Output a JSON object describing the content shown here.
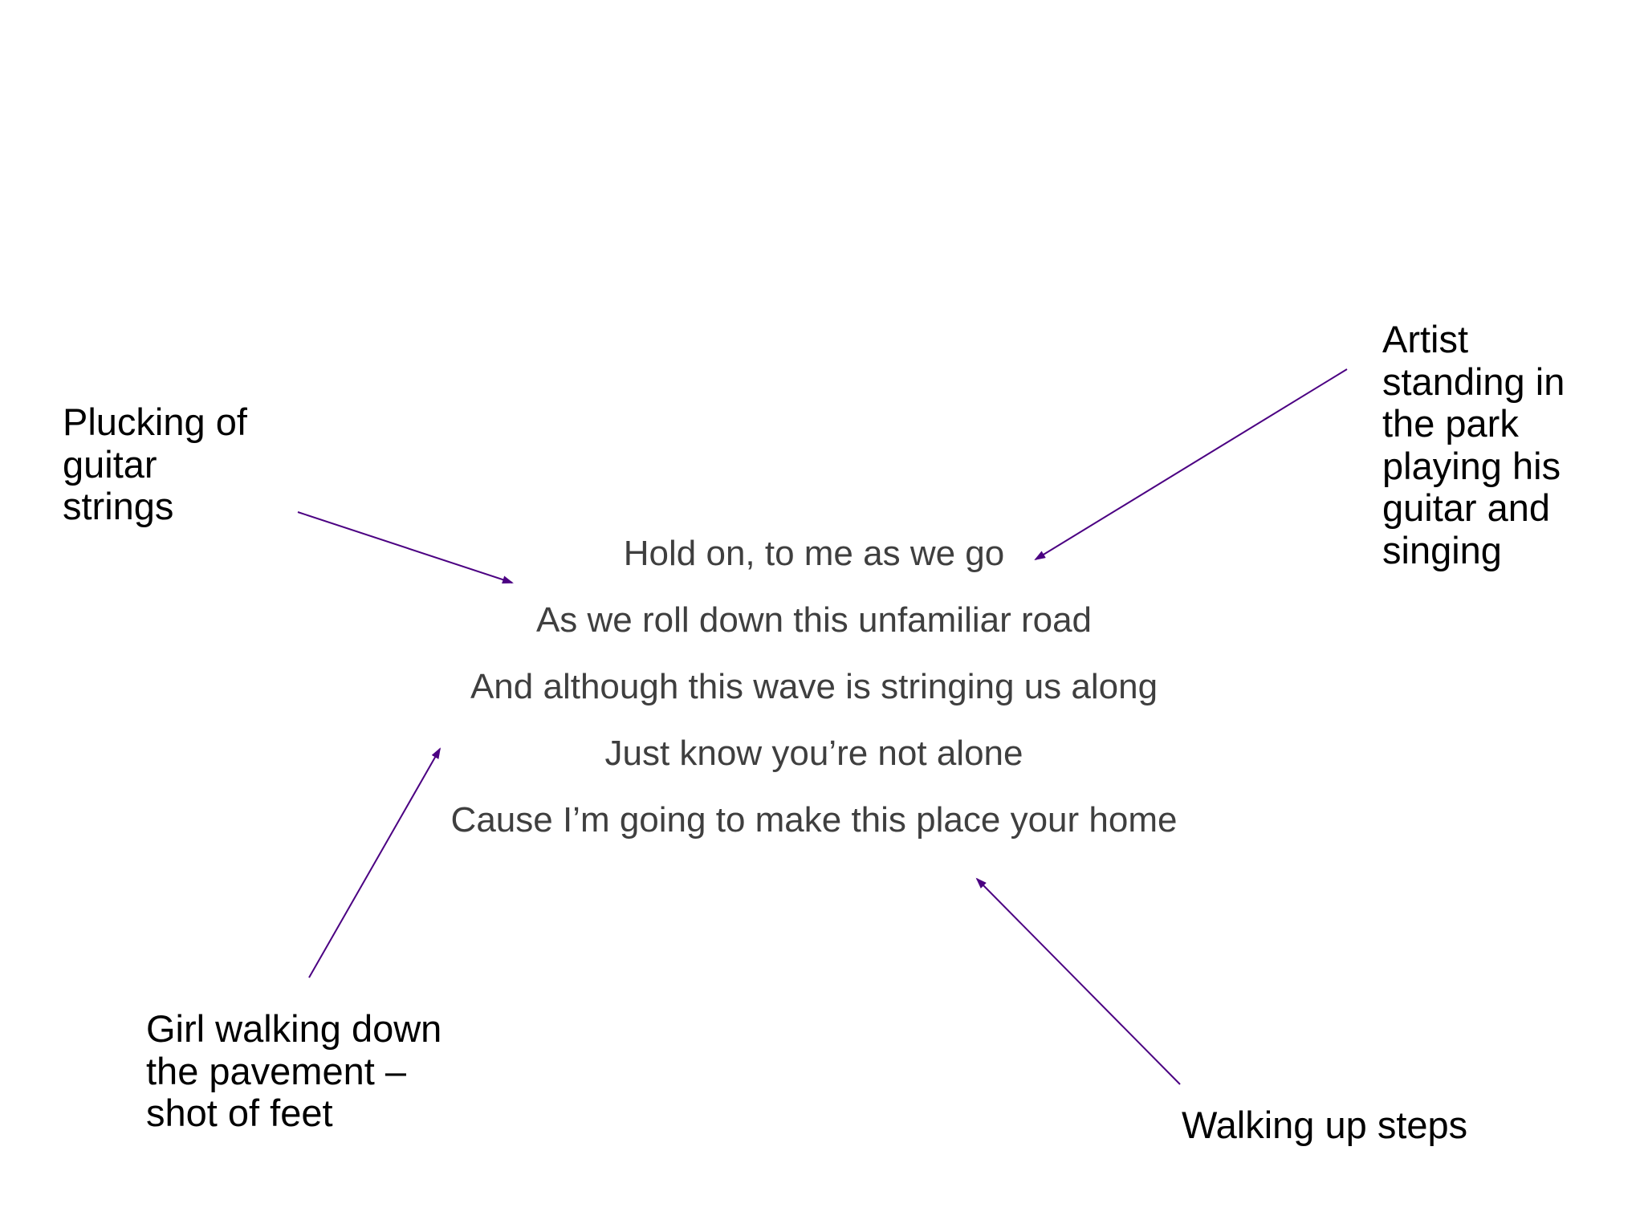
{
  "lyrics": [
    "Hold on, to me as we go",
    "As we roll down this unfamiliar road",
    "And although this wave is stringing us along",
    "Just know you’re not alone",
    "Cause I’m going to make this place your home"
  ],
  "annotations": {
    "plucking": [
      "Plucking of",
      "guitar",
      "strings"
    ],
    "artist": [
      "Artist",
      "standing in",
      "the park",
      "playing his",
      "guitar and",
      "singing"
    ],
    "girl": [
      "Girl walking down",
      "the pavement –",
      "shot of feet"
    ],
    "steps": [
      "Walking up steps"
    ]
  },
  "colors": {
    "arrow": "#4b0082",
    "lyrics_text": "#3f3f3f",
    "annotation_text": "#000000"
  }
}
